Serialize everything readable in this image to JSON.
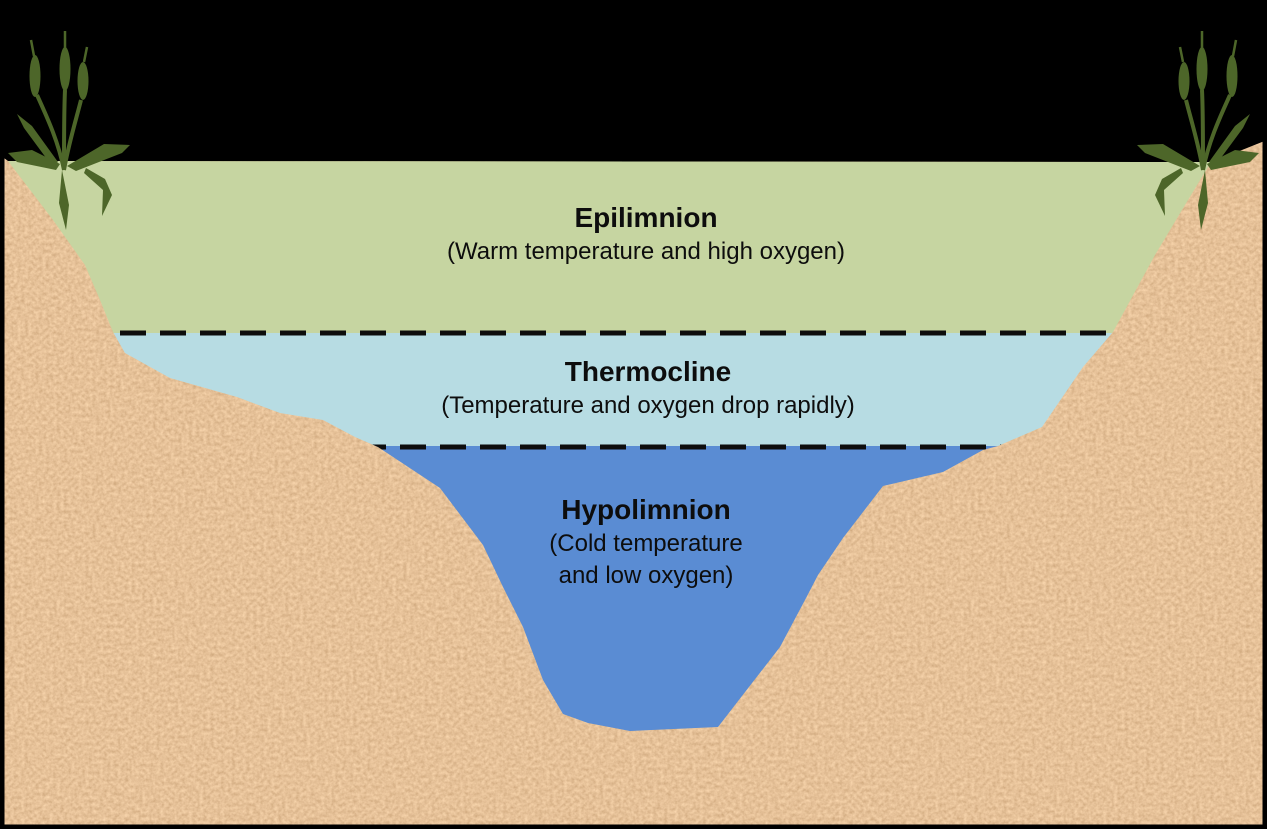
{
  "scene": {
    "description": "Lake thermal stratification cross-section diagram",
    "sky_color": "#000000",
    "border_color": "#000000",
    "text_color": "#0d0d0d"
  },
  "soil": {
    "base_color": "#c08a58",
    "dark_speckle": "#7a4e2a",
    "light_speckle": "#dcae7d"
  },
  "plants": {
    "type": "cattail",
    "color": "#4d6629",
    "count": 2
  },
  "layers": [
    {
      "id": "epilimnion",
      "title": "Epilimnion",
      "subtitle": "(Warm temperature and high oxygen)",
      "color": "#c6d5a1"
    },
    {
      "id": "thermocline",
      "title": "Thermocline",
      "subtitle": "(Temperature and oxygen drop rapidly)",
      "color": "#b7dce3"
    },
    {
      "id": "hypolimnion",
      "title": "Hypolimnion",
      "subtitle_line1": "(Cold temperature",
      "subtitle_line2": "and low oxygen)",
      "color": "#5a8cd3"
    }
  ],
  "boundaries": {
    "color": "#0d0d0d",
    "style": "dashed"
  }
}
